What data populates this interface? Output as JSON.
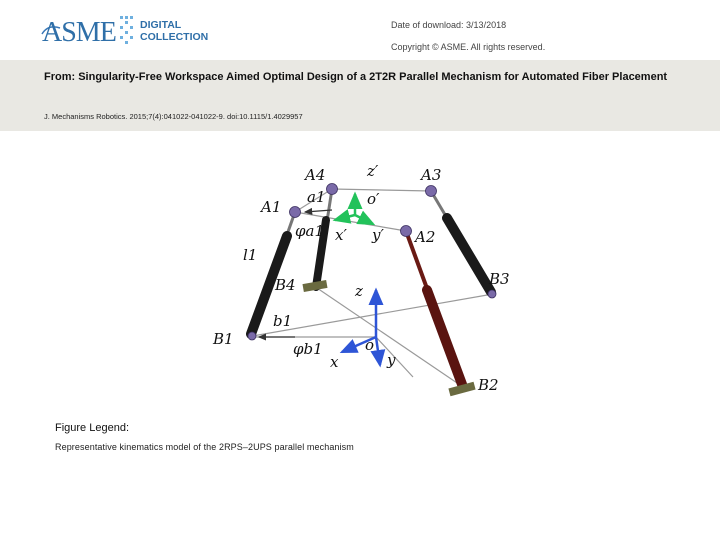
{
  "header": {
    "logo_text": "ASME",
    "logo_sub_line1": "DIGITAL",
    "logo_sub_line2": "COLLECTION",
    "download_date": "Date of download: 3/13/2018",
    "copyright": "Copyright © ASME. All rights reserved."
  },
  "citation": {
    "title": "From: Singularity-Free Workspace Aimed Optimal Design of a 2T2R Parallel Mechanism for Automated Fiber Placement",
    "journal": "J. Mechanisms Robotics. 2015;7(4):041022-041022-9. doi:10.1115/1.4029957"
  },
  "figure": {
    "labels": {
      "A4": "A4",
      "A3": "A3",
      "A1": "A1",
      "A2": "A2",
      "B1": "B1",
      "B2": "B2",
      "B3": "B3",
      "B4": "B4",
      "a1": "a1",
      "b1": "b1",
      "l1": "l1",
      "phi_a1": "φa1",
      "phi_b1": "φb1",
      "z_prime": "z′",
      "o_prime": "o′",
      "x_prime": "x′",
      "y_prime": "y′",
      "z": "z",
      "o": "o",
      "x": "x",
      "y": "y"
    },
    "colors": {
      "leg_black": "#1a1a1a",
      "leg_red": "#5a1410",
      "frame_blue": "#2e55d6",
      "frame_green": "#22c25a",
      "joint_purple": "#7a6aa8",
      "base_line": "#9a9a9a"
    }
  },
  "legend": {
    "heading": "Figure Legend:",
    "text": "Representative kinematics model of the 2RPS–2UPS parallel mechanism"
  }
}
